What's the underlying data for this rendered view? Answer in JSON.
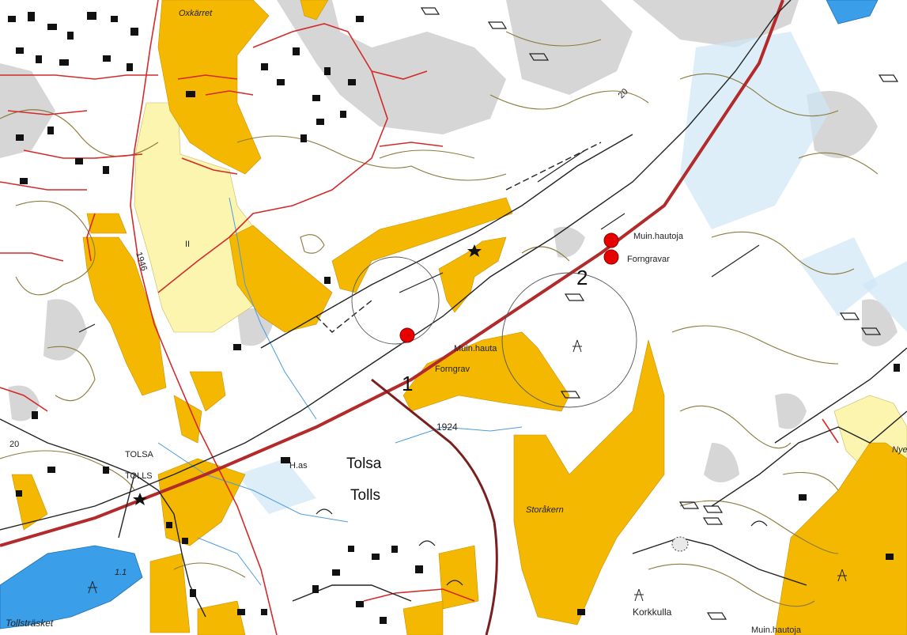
{
  "colors": {
    "background": "#ffffff",
    "field": "#f4b800",
    "meadow": "#fbf5b0",
    "rock": "#d6d6d6",
    "water": "#3a9ee8",
    "marsh": "#9fd0ee",
    "contour": "#8a7a3a",
    "road_red": "#d42a2a",
    "main_road": "#b42a2a",
    "brown_road": "#7a1f1f",
    "railway": "#222222",
    "building": "#111111",
    "site_marker": "#e80000"
  },
  "labels": {
    "oxkarret": "Oxkärret",
    "muin_hautoja": "Muin.hautoja",
    "forngravar": "Forngravar",
    "muin_hauta": "Muin.hauta",
    "forngrav": "Forngrav",
    "site_1": "1",
    "site_2": "2",
    "year_1924": "1924",
    "year_1946": "1946",
    "tolsa_upper": "TOLSA",
    "tolls_upper": "TOLLS",
    "has": "H.as",
    "tolsa": "Tolsa",
    "tolls": "Tolls",
    "storakern": "Storåkern",
    "tollstrasket": "Tollsträsket",
    "korkkulla": "Korkkulla",
    "muin_hautoja_bottom": "Muin.hautoja",
    "nye": "Nye",
    "elev_20_a": "20",
    "elev_20_b": "20",
    "elev_1_1": "1.1",
    "meadow_mark": "II"
  },
  "icons": {
    "site": "ancient-grave-marker",
    "survey_point": "star-icon",
    "building": "building-icon",
    "power_mast": "power-mast-icon"
  }
}
